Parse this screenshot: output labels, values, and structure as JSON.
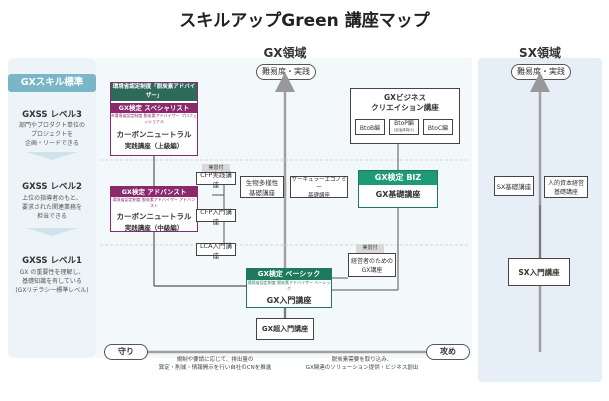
{
  "title": "スキルアップGreen 講座マップ",
  "gx_area": {
    "heading": "GX領域",
    "axis_pill": "難易度・実践"
  },
  "sx_area": {
    "heading": "SX領域",
    "axis_pill": "難易度・実践"
  },
  "standard": {
    "heading": "GXスキル標準",
    "levels": [
      {
        "name": "GXSS レベル3",
        "desc": [
          "部門やプロダクト単位の",
          "プロジェクトを",
          "企画・リードできる"
        ]
      },
      {
        "name": "GXSS レベル2",
        "desc": [
          "上位の指導者のもと、",
          "要求された関連業務を",
          "担当できる"
        ]
      },
      {
        "name": "GXSS レベル1",
        "desc": [
          "GX の重要性を理解し、",
          "基礎知識を有している",
          "(GXリテラシー標準レベル)"
        ]
      }
    ]
  },
  "courses": {
    "specialist": {
      "gov_tag": "環境省認定制度「脱炭素アドバイザー」",
      "exam": "GX検定 スペシャリスト",
      "exam_sub": "※環境省認定制度 脱炭素アドバイザー プロフェッショナル",
      "name": "カーボンニュートラル",
      "name2": "実践講座（上級編）"
    },
    "advanced": {
      "exam": "GX検定 アドバンスト",
      "exam_sub": "環境省認定制度 脱炭素アドバイザー アドバンスト",
      "name": "カーボンニュートラル",
      "name2": "実践講座（中級編）"
    },
    "cfp_practice": {
      "tag": "実習付",
      "name": "CFP実践講座"
    },
    "cfp_intro": "CFP入門講座",
    "lca_intro": "LCA入門講座",
    "biodiversity": [
      "生物多様性",
      "基礎講座"
    ],
    "circular": [
      "サーキュラーエコノミー",
      "基礎講座"
    ],
    "basic": {
      "exam": "GX検定 ベーシック",
      "exam_sub": "環境省認定制度 脱炭素アドバイザー ベーシック",
      "name": "GX入門講座"
    },
    "managers": {
      "tag": "実習付",
      "name": [
        "経営者のための",
        "GX講座"
      ]
    },
    "biz_exam": "GX検定 BIZ",
    "gx_basic": "GX基礎講座",
    "business": {
      "title": [
        "GXビジネス",
        "クリエイション講座"
      ],
      "items": [
        "BtoB編",
        "BtoP編",
        "BtoC編"
      ],
      "btop_note": "(自治体向け)"
    },
    "gx_super": "GX超入門講座",
    "sx_basic": "SX基礎講座",
    "sx_human": [
      "人的資本経営",
      "基礎講座"
    ],
    "sx_intro": "SX入門講座"
  },
  "bottom": {
    "left_label": "守り",
    "left_desc": [
      "規制や要請に応じて、排出量の",
      "算定・削減・情報開示を行い自社のCNを推進"
    ],
    "right_desc": [
      "脱炭素需要を取り込み、",
      "GX関連のソリューション提供・ビジネス創出"
    ],
    "right_label": "攻め"
  }
}
